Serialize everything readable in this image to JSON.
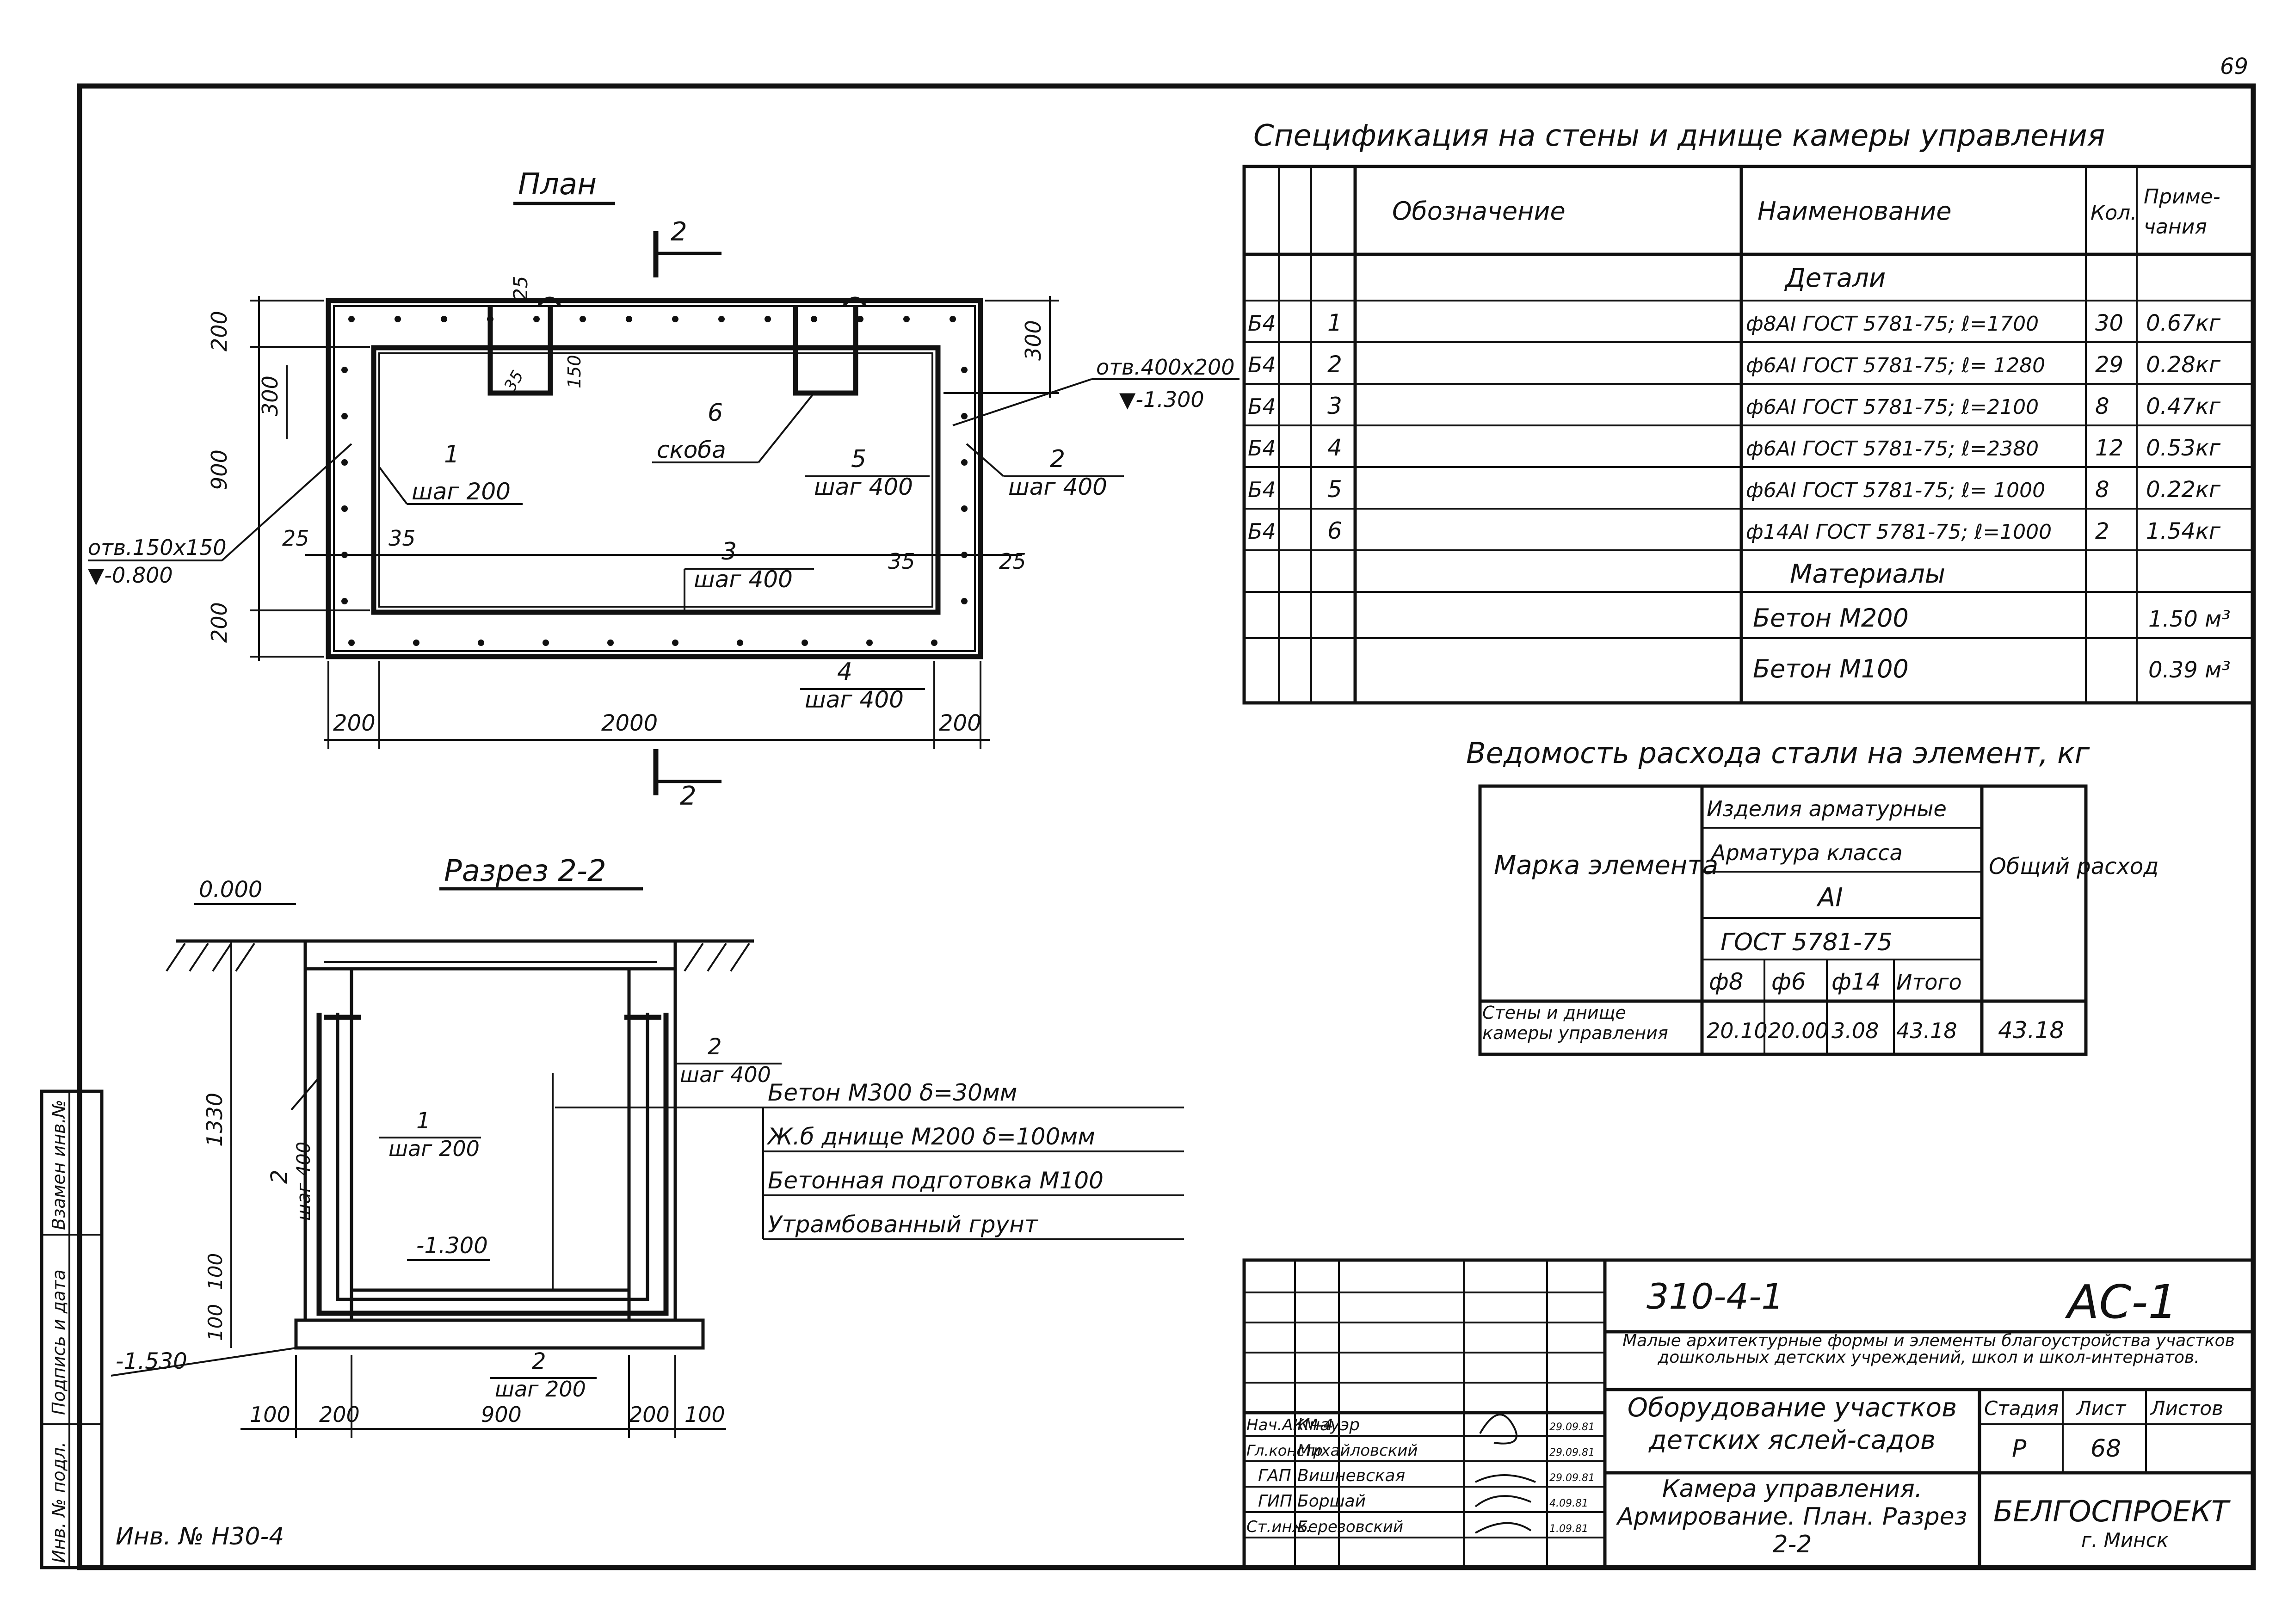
{
  "page_number": "69",
  "plan": {
    "title": "План",
    "section_marks": [
      "2",
      "2"
    ],
    "dims": {
      "left_200_top": "200",
      "left_300": "300",
      "left_900": "900",
      "left_200_bot": "200",
      "top_25": "25",
      "top_35": "35",
      "top_150": "150",
      "right_300": "300",
      "dim_25_left": "25",
      "dim_35_left": "35",
      "dim_35_right": "35",
      "dim_25_right": "25",
      "bottom_200_left": "200",
      "bottom_2000": "2000",
      "bottom_200_right": "200"
    },
    "callouts": [
      {
        "num": "1",
        "step": "шаг 200"
      },
      {
        "num": "6",
        "step": "скоба"
      },
      {
        "num": "5",
        "step": "шаг 400"
      },
      {
        "num": "2",
        "step": "шаг 400"
      },
      {
        "num": "3",
        "step": "шаг 400"
      },
      {
        "num": "4",
        "step": "шаг 400"
      }
    ],
    "hole_left": {
      "size": "отв.150х150",
      "level": "▼-0.800"
    },
    "hole_right": {
      "size": "отв.400х200",
      "level": "▼-1.300"
    }
  },
  "section": {
    "title": "Разрез 2-2",
    "level_top": "0.000",
    "level_bottom": "-1.530",
    "level_floor": "-1.300",
    "dims": {
      "h1330": "1330",
      "h100a": "100",
      "h100b": "100",
      "b100l": "100",
      "b200l": "200",
      "b900": "900",
      "b200r": "200",
      "b100r": "100"
    },
    "callouts": [
      {
        "num": "2",
        "step": "шаг 400"
      },
      {
        "num": "1",
        "step": "шаг 200"
      },
      {
        "num": "2",
        "step": "шаг 400"
      },
      {
        "num": "2",
        "step": "шаг 200"
      }
    ],
    "layers": [
      "Бетон М300   δ=30мм",
      "Ж.б днище М200  δ=100мм",
      "Бетонная подготовка М100",
      "Утрамбованный грунт"
    ]
  },
  "spec": {
    "title": "Спецификация на стены и днище камеры   управления",
    "headers": {
      "designation": "Обозначение",
      "name": "Наименование",
      "qty": "Кол.",
      "note": "Приме-\nчания"
    },
    "group_details": "Детали",
    "rows": [
      {
        "a": "Б4",
        "pos": "1",
        "name": "ф8АI ГОСТ 5781-75; ℓ=1700",
        "qty": "30",
        "note": "0.67кг"
      },
      {
        "a": "Б4",
        "pos": "2",
        "name": "ф6АI ГОСТ 5781-75; ℓ= 1280",
        "qty": "29",
        "note": "0.28кг"
      },
      {
        "a": "Б4",
        "pos": "3",
        "name": "ф6АI ГОСТ 5781-75; ℓ=2100",
        "qty": "8",
        "note": "0.47кг"
      },
      {
        "a": "Б4",
        "pos": "4",
        "name": "ф6АI ГОСТ 5781-75; ℓ=2380",
        "qty": "12",
        "note": "0.53кг"
      },
      {
        "a": "Б4",
        "pos": "5",
        "name": "ф6АI ГОСТ 5781-75; ℓ= 1000",
        "qty": "8",
        "note": "0.22кг"
      },
      {
        "a": "Б4",
        "pos": "6",
        "name": "ф14АI ГОСТ 5781-75; ℓ=1000",
        "qty": "2",
        "note": "1.54кг"
      }
    ],
    "group_materials": "Материалы",
    "materials": [
      {
        "name": "Бетон М200",
        "note": "1.50 м³"
      },
      {
        "name": "Бетон М100",
        "note": "0.39 м³"
      }
    ]
  },
  "steel": {
    "title": "Ведомость расхода стали на элемент, кг",
    "mark_header": "Марка элемента",
    "products": "Изделия арматурные",
    "class": "Арматура класса",
    "class_ai": "АI",
    "gost": "ГОСТ 5781-75",
    "total_header": "Общий расход",
    "cols": [
      "ф8",
      "ф6",
      "ф14",
      "Итого"
    ],
    "row_label": "Стены и днище камеры управления",
    "values": [
      "20.10",
      "20.00",
      "3.08",
      "43.18"
    ],
    "total": "43.18"
  },
  "stamp": {
    "code": "310-4-1",
    "sheet_code": "АС-1",
    "subject": "Малые архитектурные формы и элементы благоустройства участков дошкольных детских учреждений, школ и школ-интернатов.",
    "object": "Оборудование участков детских яслей-садов",
    "drawing": "Камера управления. Армирование. План. Разрез 2-2",
    "stage_label": "Стадия",
    "sheet_label": "Лист",
    "sheets_label": "Листов",
    "stage": "Р",
    "sheet": "68",
    "sheets": "",
    "org": "БЕЛГОСПРОЕКТ",
    "city": "г. Минск",
    "staff": [
      {
        "role": "Нач.АКМ-4",
        "name": "Кнауэр",
        "date": "29.09.81"
      },
      {
        "role": "Гл.констр",
        "name": "Михайловский",
        "date": "29.09.81"
      },
      {
        "role": "ГАП",
        "name": "Вишневская",
        "date": "29.09.81"
      },
      {
        "role": "ГИП",
        "name": "Боршай",
        "date": "4.09.81"
      },
      {
        "role": "Ст.инж.",
        "name": "Березовский",
        "date": "1.09.81"
      }
    ]
  },
  "side_stamp": [
    "Инв. № подл.",
    "Подпись и дата",
    "Взамен инв.№"
  ],
  "inv": "Инв. № Н30-4"
}
